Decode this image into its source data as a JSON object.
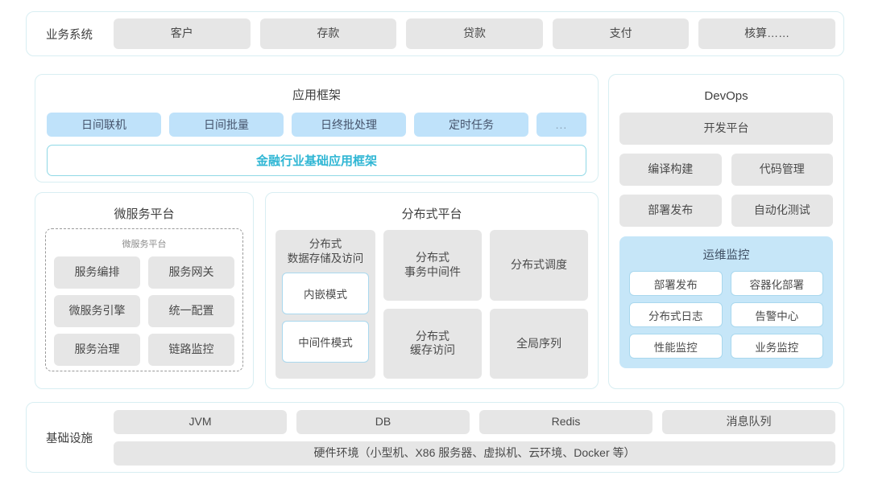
{
  "business_row": {
    "label": "业务系统",
    "items": [
      "客户",
      "存款",
      "贷款",
      "支付",
      "核算……"
    ]
  },
  "app_framework": {
    "title": "应用框架",
    "pills": [
      "日间联机",
      "日间批量",
      "日终批处理",
      "定时任务"
    ],
    "ellipsis": "...",
    "base_framework": "金融行业基础应用框架",
    "base_framework_color": "#2fb6d4"
  },
  "microservice_platform": {
    "title": "微服务平台",
    "inner_label": "微服务平台",
    "items": [
      "服务编排",
      "服务网关",
      "微服务引擎",
      "统一配置",
      "服务治理",
      "链路监控"
    ]
  },
  "distributed_platform": {
    "title": "分布式平台",
    "storage": {
      "title": "分布式\n数据存储及访问",
      "modes": [
        "内嵌模式",
        "中间件模式"
      ]
    },
    "items": [
      "分布式\n事务中间件",
      "分布式调度",
      "分布式\n缓存访问",
      "全局序列"
    ]
  },
  "devops": {
    "title": "DevOps",
    "platform": "开发平台",
    "items": [
      "编译构建",
      "代码管理",
      "部署发布",
      "自动化测试"
    ],
    "ops_monitoring": {
      "title": "运维监控",
      "items": [
        "部署发布",
        "容器化部署",
        "分布式日志",
        "告警中心",
        "性能监控",
        "业务监控"
      ],
      "background": "#c6e6f8"
    }
  },
  "infrastructure": {
    "label": "基础设施",
    "items": [
      "JVM",
      "DB",
      "Redis",
      "消息队列"
    ],
    "hardware": "硬件环境（小型机、X86 服务器、虚拟机、云环境、Docker 等）"
  },
  "theme": {
    "panel_border": "#d8eef2",
    "tile_gray": "#e6e6e6",
    "tile_blue": "#bfe2fa",
    "text": "#4a4a4a"
  }
}
